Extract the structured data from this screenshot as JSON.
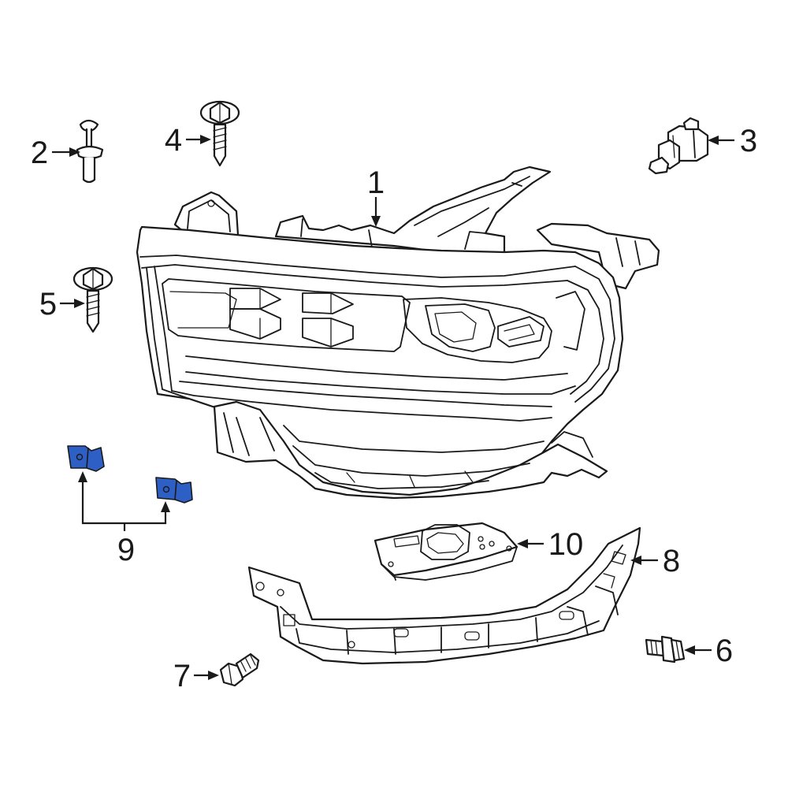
{
  "callouts": [
    {
      "id": "1",
      "label": "1"
    },
    {
      "id": "2",
      "label": "2"
    },
    {
      "id": "3",
      "label": "3"
    },
    {
      "id": "4",
      "label": "4"
    },
    {
      "id": "5",
      "label": "5"
    },
    {
      "id": "6",
      "label": "6"
    },
    {
      "id": "7",
      "label": "7"
    },
    {
      "id": "8",
      "label": "8"
    },
    {
      "id": "9",
      "label": "9"
    },
    {
      "id": "10",
      "label": "10"
    }
  ],
  "colors": {
    "line": "#1a1a1a",
    "highlight": "#2e5fc4",
    "background": "#ffffff"
  }
}
